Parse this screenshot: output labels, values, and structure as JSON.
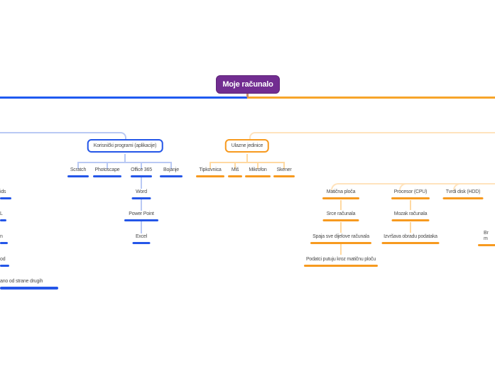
{
  "app": {
    "type": "mind-map"
  },
  "colors": {
    "root_fill": "#722d91",
    "root_border": "#5e2478",
    "blue_accent": "#2456e8",
    "orange_accent": "#f79a1f",
    "main_line_blue": "#1f5af0",
    "main_line_orange": "#f7a52b",
    "light_blue_line": "#b9c9f4",
    "light_orange_line": "#ffd9a1",
    "pale_orange_line": "#ffe3bd",
    "stem_line": "#c98f6f",
    "label_text": "#4a4a4a"
  },
  "root": {
    "label": "Moje računalo"
  },
  "branches": {
    "apps": {
      "box_label": "Korisnički programi (aplikacije)",
      "children": [
        "Scratch",
        "Photoscape",
        "Office 365",
        "Bojanje"
      ],
      "office_chain": [
        "Word",
        "Power Point",
        "Excel"
      ]
    },
    "inputs": {
      "box_label": "Ulazne jedinice",
      "children": [
        "Tipkovnica",
        "Miš",
        "Mikrofon",
        "Skener"
      ]
    },
    "hardware": {
      "motherboard": {
        "label": "Matična ploča",
        "chain": [
          "Srce računala",
          "Spaja sve dijelove računala",
          "Podatci putuju kroz matičnu ploču"
        ]
      },
      "cpu": {
        "label": "Procesor (CPU)",
        "chain": [
          "Mozak računala",
          "Izvršava obradu podataka"
        ]
      },
      "hdd": {
        "label": "Tvrdi disk (HDD)"
      }
    }
  },
  "clipped": {
    "left_fragments": [
      "ids",
      "L",
      "n",
      "od",
      "ano od strane drugih"
    ],
    "right_fragment": {
      "line1": "Br",
      "line2": "m"
    }
  }
}
